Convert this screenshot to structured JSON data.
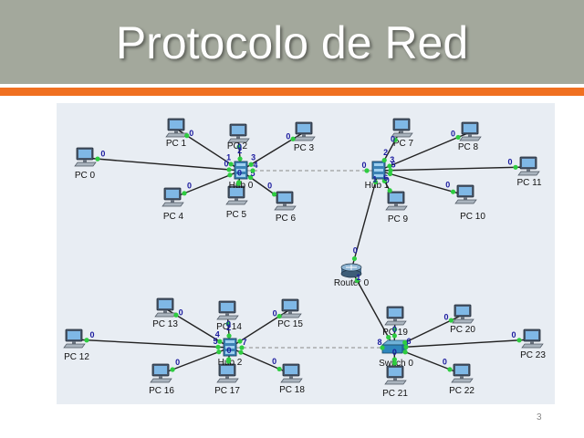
{
  "slide": {
    "title": "Protocolo de Red",
    "page_number": "3"
  },
  "colors": {
    "title_band": "#a3a89c",
    "accent": "#f07021",
    "canvas": "#e8edf3",
    "link": "#222222",
    "port_dot": "#2ecc40",
    "port_label": "#1a1a9e"
  },
  "network": {
    "hubs": [
      {
        "id": "hub0",
        "label": "Hub 0"
      },
      {
        "id": "hub1",
        "label": "Hub 1"
      },
      {
        "id": "hub2",
        "label": "Hub 2"
      }
    ],
    "switches": [
      {
        "id": "switch0",
        "label": "Switch 0"
      }
    ],
    "routers": [
      {
        "id": "router0",
        "label": "Router 0"
      }
    ],
    "pcs": [
      {
        "id": "pc0",
        "label": "PC 0"
      },
      {
        "id": "pc1",
        "label": "PC 1"
      },
      {
        "id": "pc2",
        "label": "PC 2"
      },
      {
        "id": "pc3",
        "label": "PC 3"
      },
      {
        "id": "pc4",
        "label": "PC 4"
      },
      {
        "id": "pc5",
        "label": "PC 5"
      },
      {
        "id": "pc6",
        "label": "PC 6"
      },
      {
        "id": "pc7",
        "label": "PC 7"
      },
      {
        "id": "pc8",
        "label": "PC 8"
      },
      {
        "id": "pc9",
        "label": "PC 9"
      },
      {
        "id": "pc10",
        "label": "PC 10"
      },
      {
        "id": "pc11",
        "label": "PC 11"
      },
      {
        "id": "pc12",
        "label": "PC 12"
      },
      {
        "id": "pc13",
        "label": "PC 13"
      },
      {
        "id": "pc14",
        "label": "PC 14"
      },
      {
        "id": "pc15",
        "label": "PC 15"
      },
      {
        "id": "pc16",
        "label": "PC 16"
      },
      {
        "id": "pc17",
        "label": "PC 17"
      },
      {
        "id": "pc18",
        "label": "PC 18"
      },
      {
        "id": "pc19",
        "label": "PC 19"
      },
      {
        "id": "pc20",
        "label": "PC 20"
      },
      {
        "id": "pc21",
        "label": "PC 21"
      },
      {
        "id": "pc22",
        "label": "PC 22"
      },
      {
        "id": "pc23",
        "label": "PC 23"
      }
    ],
    "links": [
      {
        "a": "pc0",
        "b": "hub0",
        "a_port": "0",
        "b_port": "0",
        "style": "solid"
      },
      {
        "a": "pc1",
        "b": "hub0",
        "a_port": "0",
        "b_port": "1",
        "style": "solid"
      },
      {
        "a": "pc2",
        "b": "hub0",
        "a_port": "0",
        "b_port": "2",
        "style": "solid"
      },
      {
        "a": "pc3",
        "b": "hub0",
        "a_port": "0",
        "b_port": "3",
        "style": "solid"
      },
      {
        "a": "pc4",
        "b": "hub0",
        "a_port": "0",
        "b_port": "",
        "style": "solid"
      },
      {
        "a": "pc5",
        "b": "hub0",
        "a_port": "0",
        "b_port": "",
        "style": "solid"
      },
      {
        "a": "pc6",
        "b": "hub0",
        "a_port": "0",
        "b_port": "5",
        "style": "solid"
      },
      {
        "a": "hub0",
        "b": "hub1",
        "a_port": "4",
        "b_port": "0",
        "style": "dashed"
      },
      {
        "a": "pc7",
        "b": "hub1",
        "a_port": "0",
        "b_port": "2",
        "style": "solid"
      },
      {
        "a": "pc8",
        "b": "hub1",
        "a_port": "0",
        "b_port": "3",
        "style": "solid"
      },
      {
        "a": "pc11",
        "b": "hub1",
        "a_port": "0",
        "b_port": "5",
        "style": "solid"
      },
      {
        "a": "pc9",
        "b": "hub1",
        "a_port": "0",
        "b_port": "6",
        "style": "solid"
      },
      {
        "a": "pc10",
        "b": "hub1",
        "a_port": "0",
        "b_port": "",
        "style": "solid"
      },
      {
        "a": "router0",
        "b": "hub1",
        "a_port": "0",
        "b_port": "1",
        "style": "solid"
      },
      {
        "a": "router0",
        "b": "switch0",
        "a_port": "1",
        "b_port": "",
        "style": "solid"
      },
      {
        "a": "pc12",
        "b": "hub2",
        "a_port": "0",
        "b_port": "5",
        "style": "solid"
      },
      {
        "a": "pc13",
        "b": "hub2",
        "a_port": "0",
        "b_port": "4",
        "style": "solid"
      },
      {
        "a": "pc14",
        "b": "hub2",
        "a_port": "0",
        "b_port": "2",
        "style": "solid"
      },
      {
        "a": "pc15",
        "b": "hub2",
        "a_port": "0",
        "b_port": "",
        "style": "solid"
      },
      {
        "a": "pc16",
        "b": "hub2",
        "a_port": "0",
        "b_port": "",
        "style": "solid"
      },
      {
        "a": "pc17",
        "b": "hub2",
        "a_port": "0",
        "b_port": "",
        "style": "solid"
      },
      {
        "a": "pc18",
        "b": "hub2",
        "a_port": "0",
        "b_port": "",
        "style": "solid"
      },
      {
        "a": "hub2",
        "b": "switch0",
        "a_port": "7",
        "b_port": "8",
        "style": "dashed"
      },
      {
        "a": "pc19",
        "b": "switch0",
        "a_port": "0",
        "b_port": "",
        "style": "solid"
      },
      {
        "a": "pc20",
        "b": "switch0",
        "a_port": "0",
        "b_port": "",
        "style": "solid"
      },
      {
        "a": "pc21",
        "b": "switch0",
        "a_port": "0",
        "b_port": "",
        "style": "solid"
      },
      {
        "a": "pc22",
        "b": "switch0",
        "a_port": "0",
        "b_port": "",
        "style": "solid"
      },
      {
        "a": "pc23",
        "b": "switch0",
        "a_port": "0",
        "b_port": "6",
        "style": "solid"
      }
    ]
  }
}
